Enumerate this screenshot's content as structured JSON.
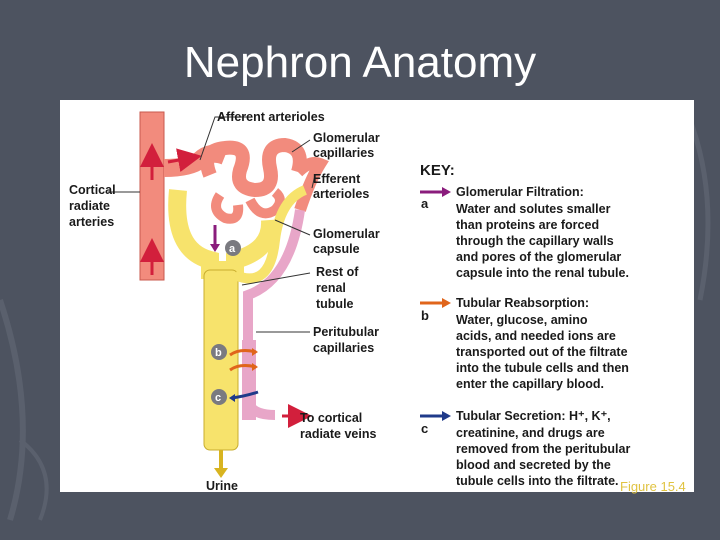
{
  "title": "Nephron Anatomy",
  "labels": {
    "afferent": "Afferent arterioles",
    "glom_cap": [
      "Glomerular",
      "capillaries"
    ],
    "efferent": [
      "Efferent",
      "arterioles"
    ],
    "cortical": [
      "Cortical",
      "radiate",
      "arteries"
    ],
    "glom_capsule": [
      "Glomerular",
      "capsule"
    ],
    "rest_tubule": [
      "Rest of",
      "renal",
      "tubule"
    ],
    "peritubular": [
      "Peritubular",
      "capillaries"
    ],
    "to_cortical": [
      "To cortical",
      "radiate veins"
    ],
    "urine": "Urine"
  },
  "markers": {
    "a": "a",
    "b": "b",
    "c": "c"
  },
  "key": {
    "heading": "KEY:",
    "filtration": {
      "letter": "a",
      "title": "Glomerular Filtration:",
      "lines": [
        "Water and solutes smaller",
        "than proteins are forced",
        "through the capillary walls",
        "and pores of the glomerular",
        "capsule into the renal tubule."
      ]
    },
    "reabsorption": {
      "letter": "b",
      "title": "Tubular Reabsorption:",
      "lines": [
        "Water, glucose, amino",
        "acids, and needed ions are",
        "transported out of the filtrate",
        "into the tubule cells and then",
        "enter the capillary blood."
      ]
    },
    "secretion": {
      "letter": "c",
      "title": "Tubular Secretion: H⁺, K⁺,",
      "lines": [
        "creatinine, and drugs are",
        "removed from  the peritubular",
        "blood and secreted by the",
        "tubule cells into the filtrate."
      ]
    }
  },
  "figure_ref": "Figure 15.4",
  "colors": {
    "background": "#4d5360",
    "artery": "#f28b7d",
    "tubule": "#f7e36c",
    "peritubular": "#e8a6c8",
    "filtration_arrow": "#8a1c7c",
    "reabsorption_arrow": "#e0651b",
    "secretion_arrow": "#1f3a8a",
    "flow_arrow": "#d21f3c",
    "figure_ref": "#e0c341"
  }
}
